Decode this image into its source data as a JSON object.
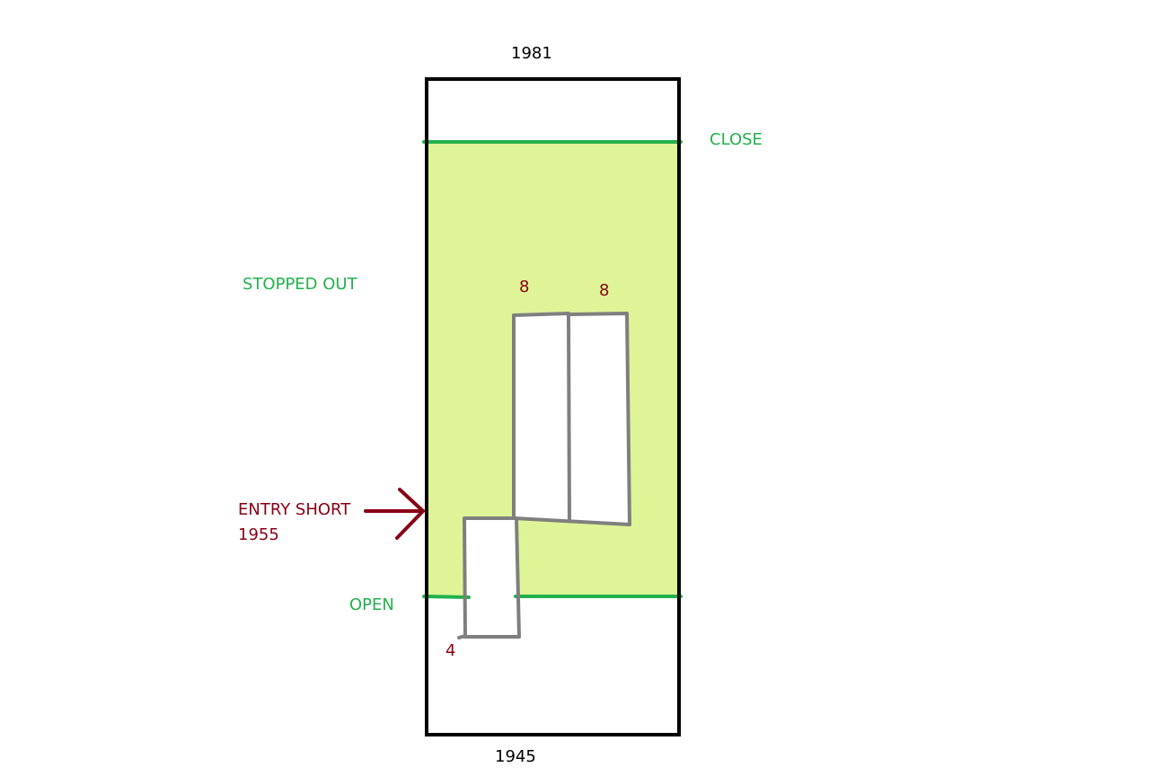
{
  "diagram": {
    "top_price": "1981",
    "bottom_price": "1945",
    "close_label": "CLOSE",
    "stopped_out_label": "STOPPED OUT",
    "open_label": "OPEN",
    "entry_label": "ENTRY SHORT",
    "entry_price": "1955",
    "block_counts": [
      "8",
      "8",
      "4"
    ]
  },
  "colors": {
    "frame": "#000000",
    "zone_fill": "#dff497",
    "level_line": "#22b14c",
    "blocks": "#7f7f7f",
    "entry_arrow": "#880015"
  }
}
